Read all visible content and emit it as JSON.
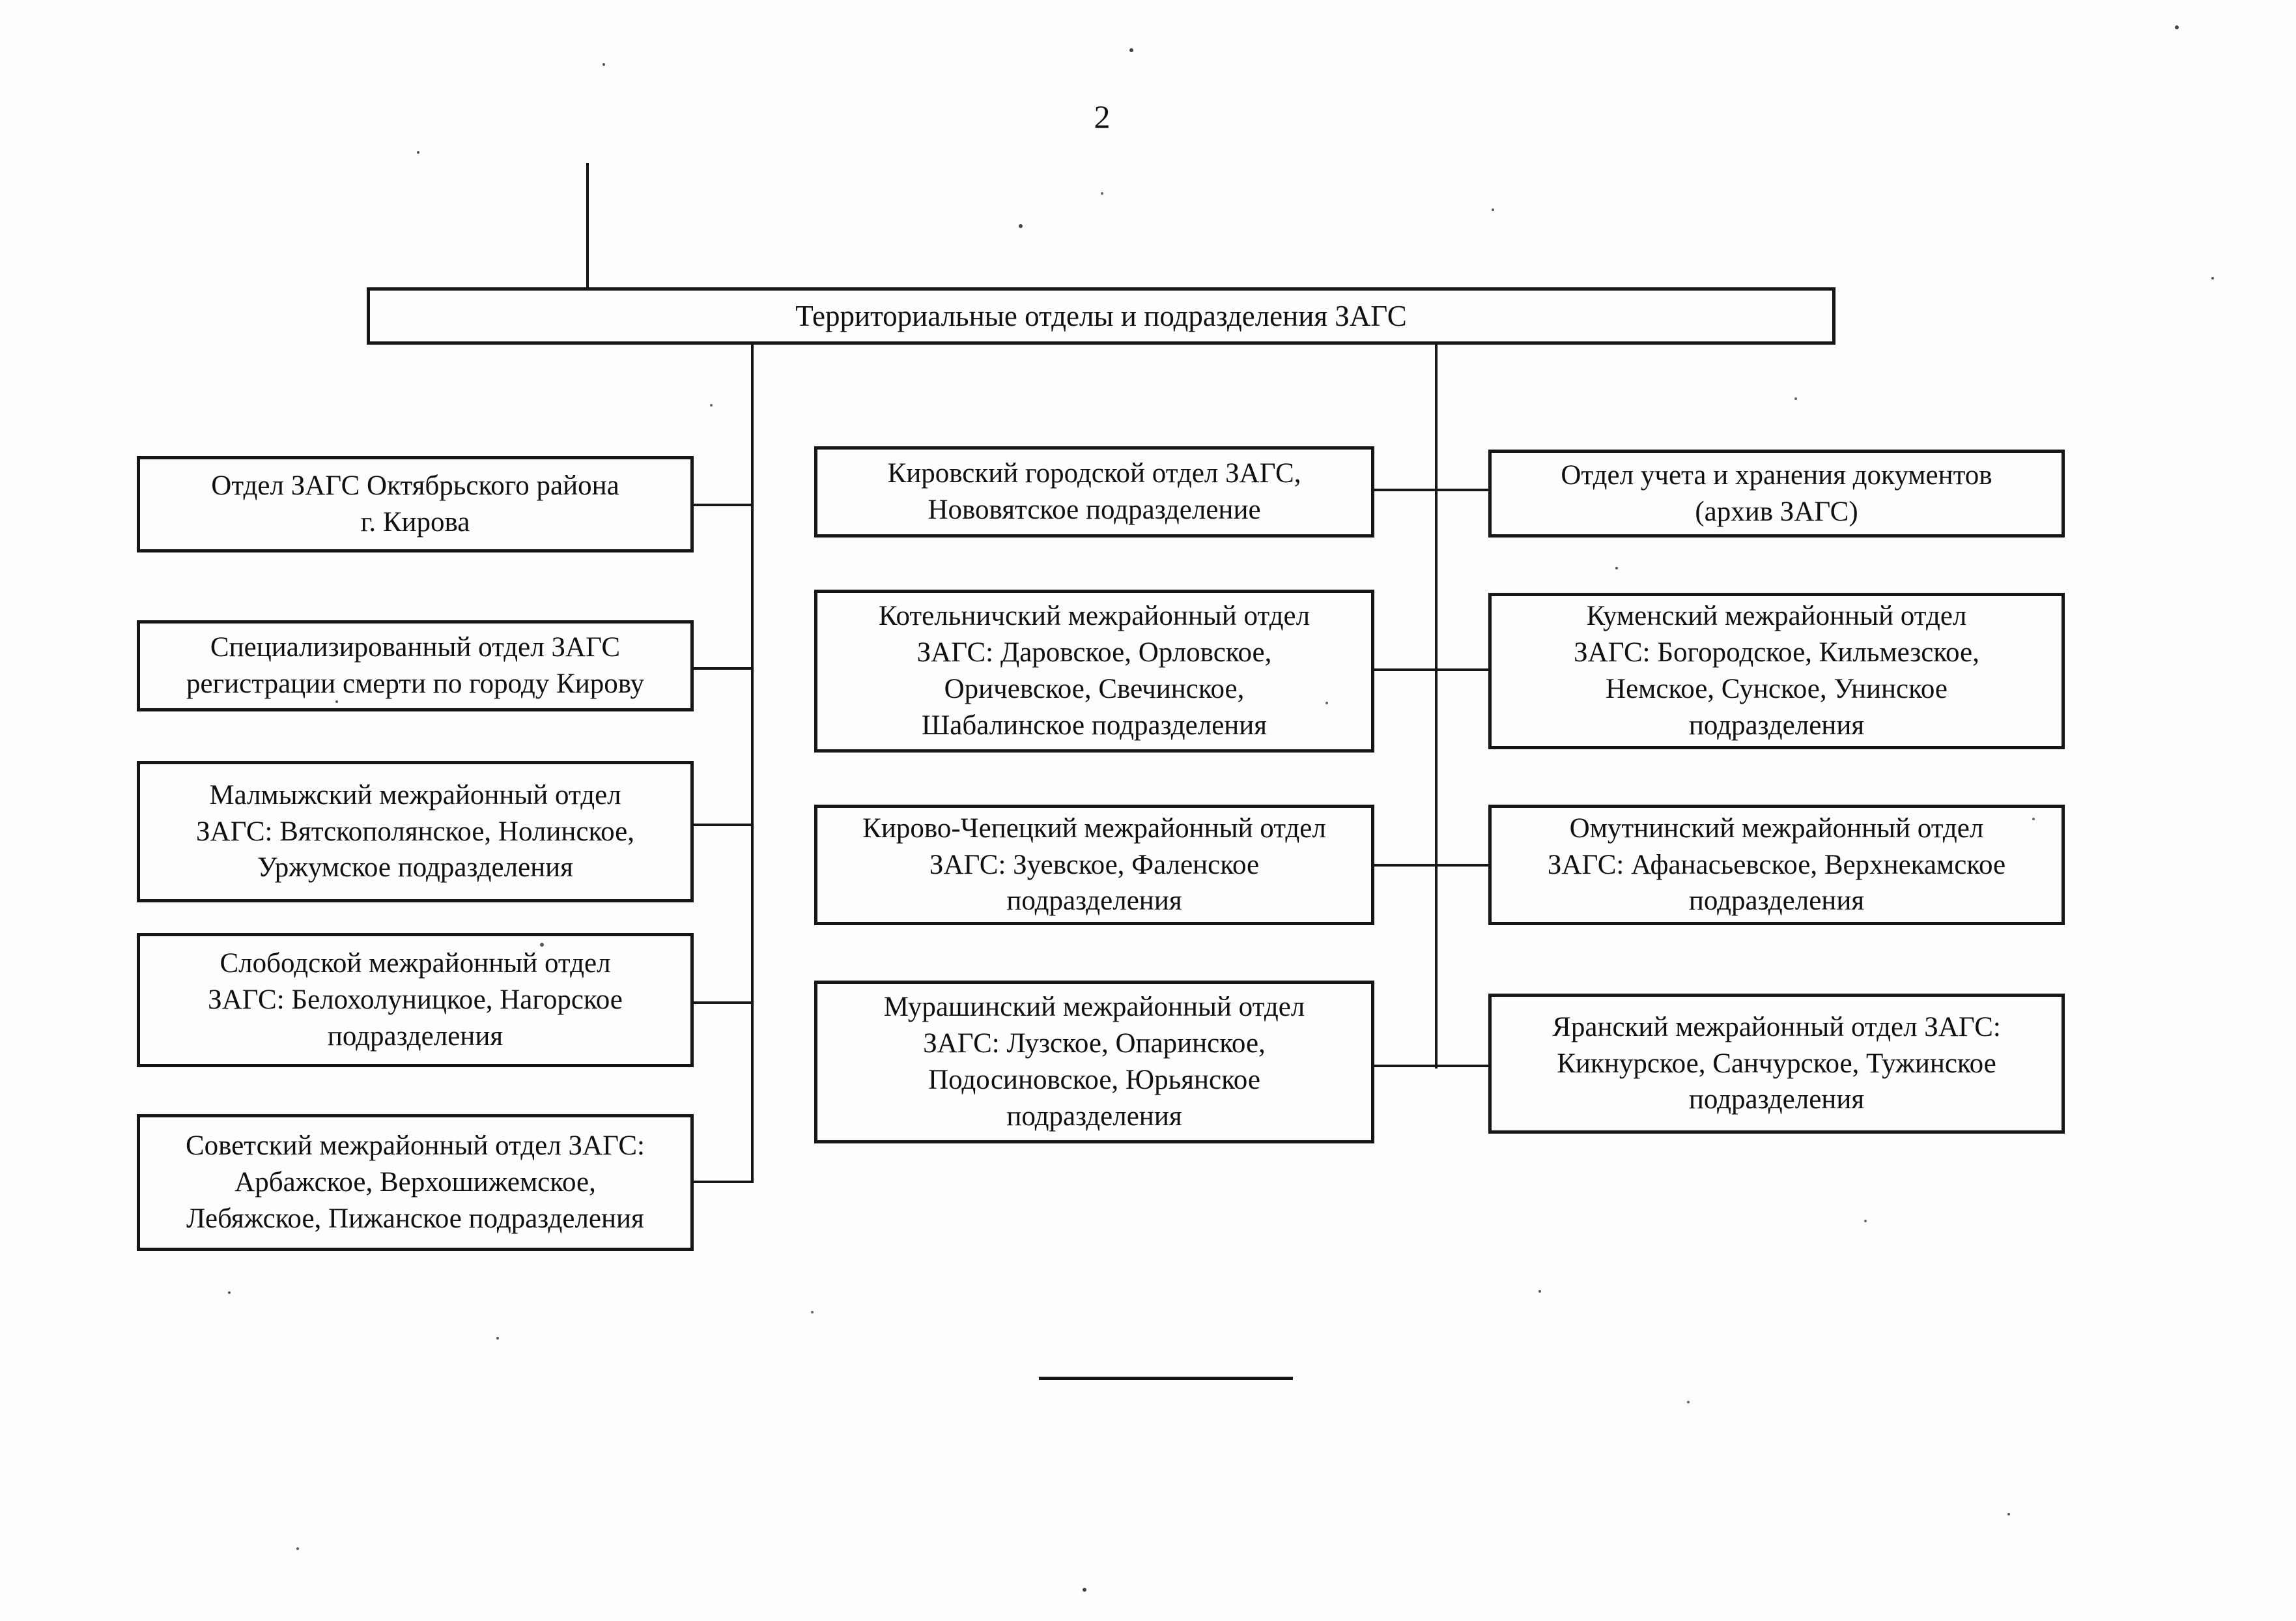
{
  "page": {
    "number": "2"
  },
  "root": {
    "label": "Территориальные отделы и подразделения ЗАГС"
  },
  "columns": {
    "left": [
      {
        "label": "Отдел ЗАГС Октябрьского района\nг. Кирова"
      },
      {
        "label": "Специализированный отдел ЗАГС\nрегистрации смерти по городу Кирову"
      },
      {
        "label": "Малмыжский межрайонный отдел\nЗАГС: Вятскополянское, Нолинское,\nУржумское подразделения"
      },
      {
        "label": "Слободской межрайонный отдел\nЗАГС: Белохолуницкое, Нагорское\nподразделения"
      },
      {
        "label": "Советский межрайонный отдел ЗАГС:\nАрбажское, Верхошижемское,\nЛебяжское, Пижанское подразделения"
      }
    ],
    "middle": [
      {
        "label": "Кировский городской отдел ЗАГС,\nНововятское подразделение"
      },
      {
        "label": "Котельничский межрайонный отдел\nЗАГС: Даровское, Орловское,\nОричевское, Свечинское,\nШабалинское подразделения"
      },
      {
        "label": "Кирово-Чепецкий межрайонный отдел\nЗАГС: Зуевское, Фаленское\nподразделения"
      },
      {
        "label": "Мурашинский межрайонный отдел\nЗАГС: Лузское, Опаринское,\nПодосиновское, Юрьянское\nподразделения"
      }
    ],
    "right": [
      {
        "label": "Отдел учета и хранения документов\n(архив ЗАГС)"
      },
      {
        "label": "Куменский межрайонный отдел\nЗАГС: Богородское, Кильмезское,\nНемское, Сунское, Унинское\nподразделения"
      },
      {
        "label": "Омутнинский межрайонный отдел\nЗАГС: Афанасьевское, Верхнекамское\nподразделения"
      },
      {
        "label": "Яранский межрайонный отдел ЗАГС:\nКикнурское, Санчурское, Тужинское\nподразделения"
      }
    ]
  },
  "colors": {
    "ink": "#161616",
    "paper": "#fdfdfc"
  }
}
